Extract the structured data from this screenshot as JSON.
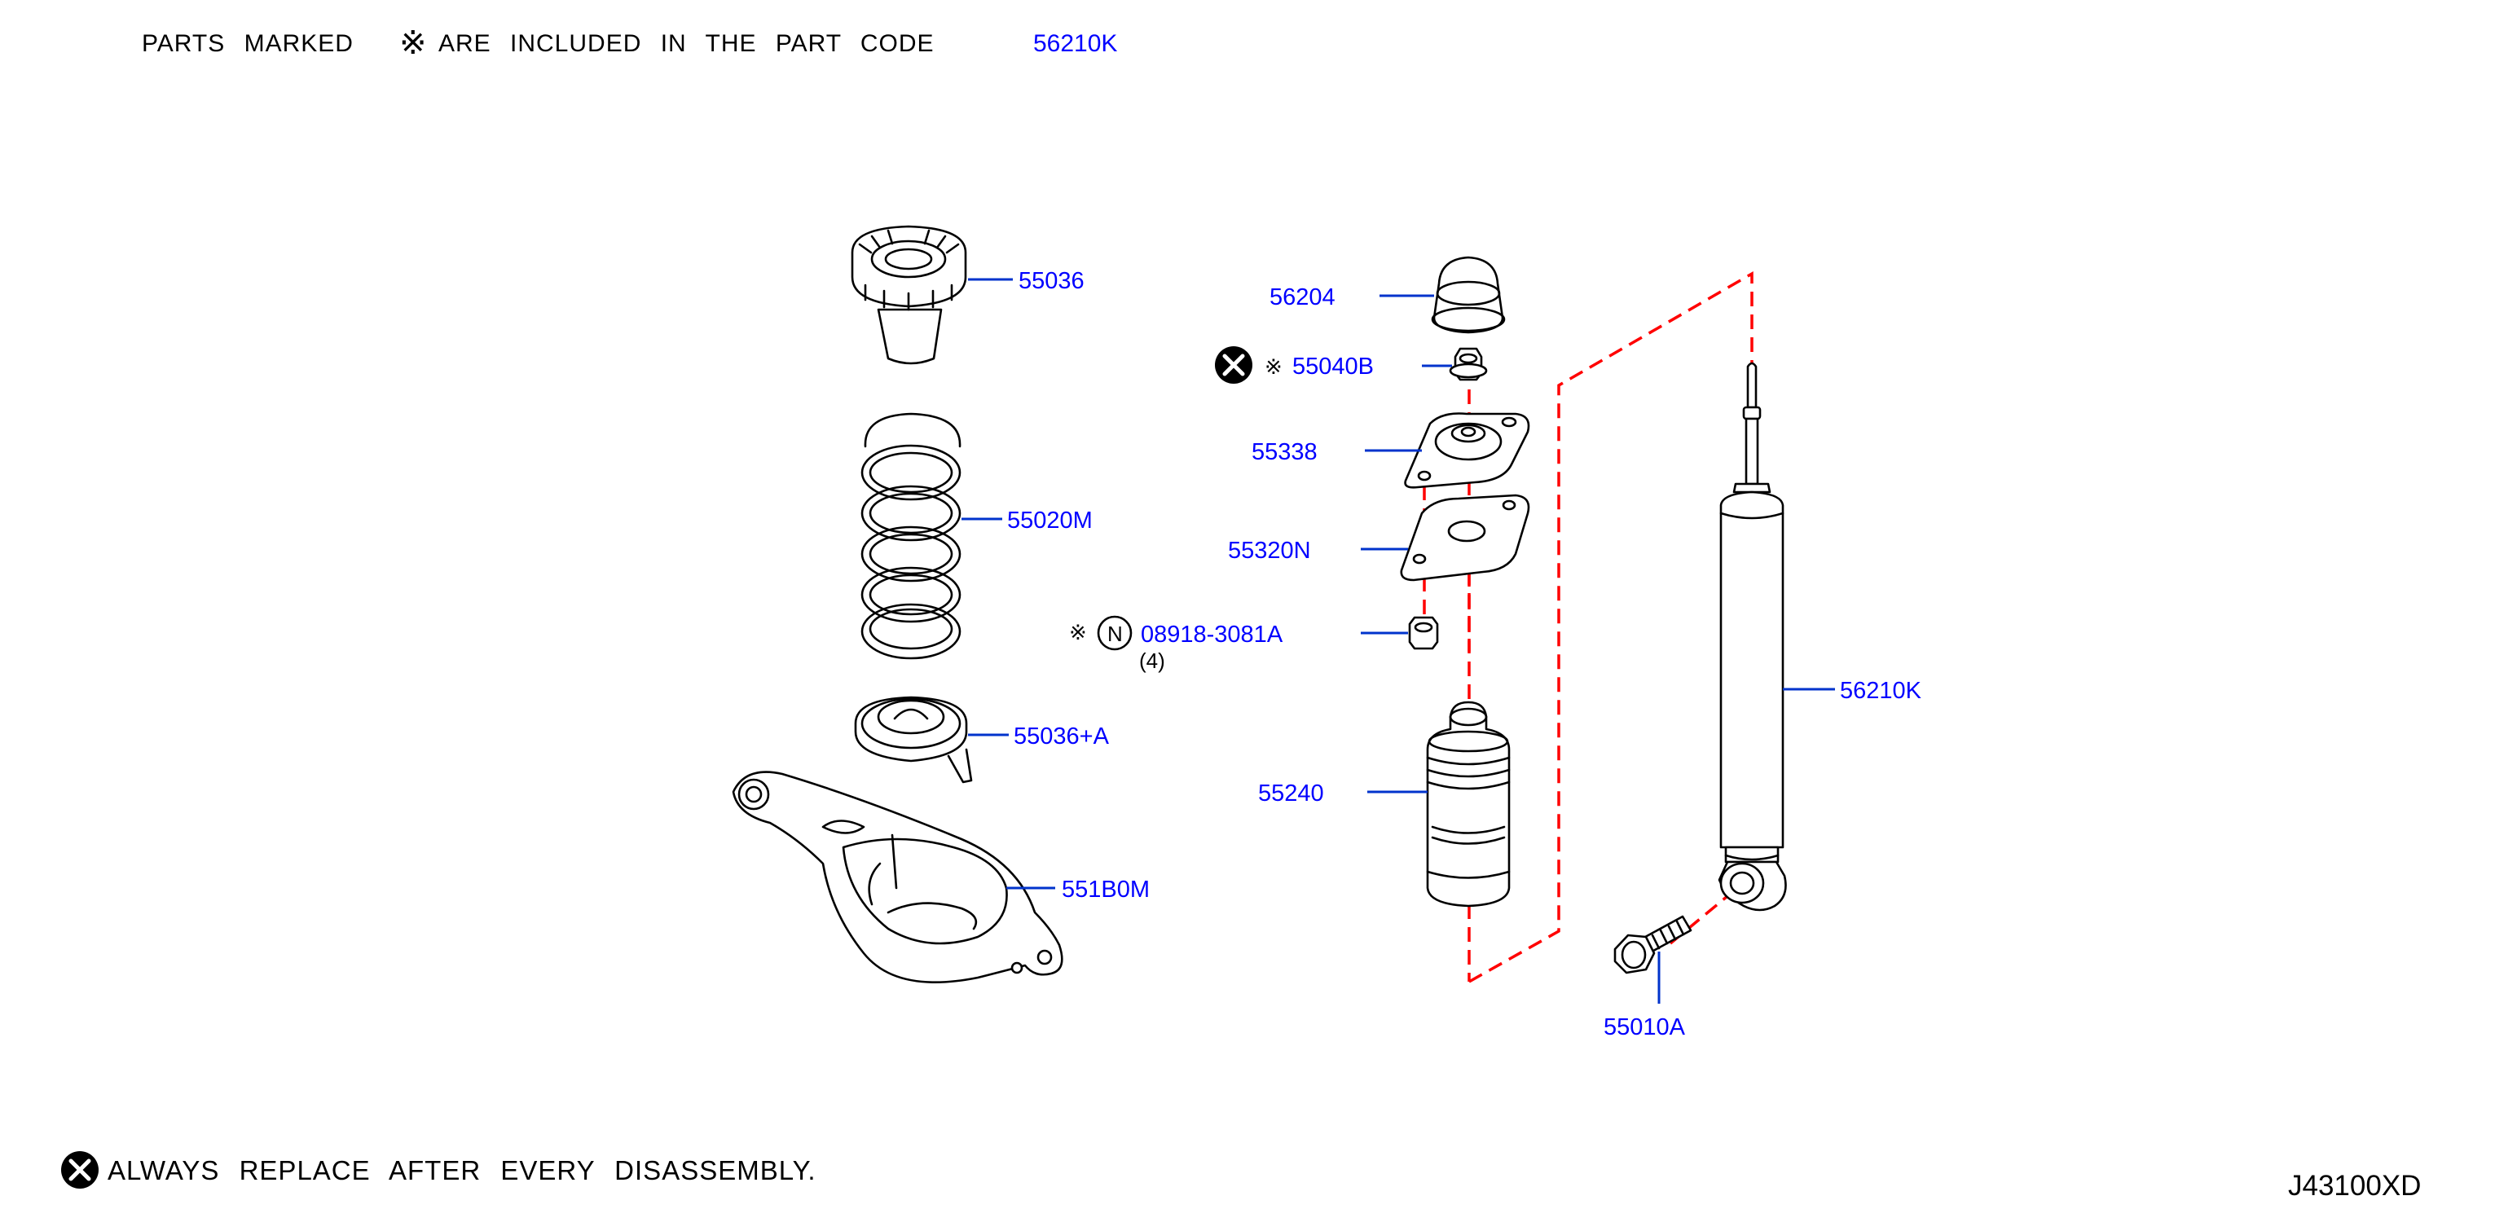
{
  "header": {
    "note_prefix": "PARTS MARKED",
    "note_symbol": "※",
    "note_suffix": "ARE INCLUDED IN THE PART CODE",
    "note_part_code": "56210K"
  },
  "footer": {
    "replace_note": "ALWAYS REPLACE AFTER EVERY DISASSEMBLY.",
    "diagram_id": "J43100XD"
  },
  "callouts": {
    "bump_bound": "55036",
    "coil_spring": "55020M",
    "spring_seat": "55036+A",
    "lower_link": "551B0M",
    "dust_cap": "56204",
    "nut_marker": "※",
    "nut": "55040B",
    "mount": "55338",
    "plate": "55320N",
    "bolt_marker": "※",
    "bolt_n_symbol": "N",
    "bolt": "08918-3081A",
    "bolt_qty": "(4)",
    "bound_bumper": "55240",
    "shock_absorber": "56210K",
    "lower_bolt": "55010A"
  },
  "colors": {
    "part_text": "#0000ff",
    "leader_line": "#0033cc",
    "assembly_dashed_line": "#ff0000",
    "drawing_line": "#000000"
  }
}
